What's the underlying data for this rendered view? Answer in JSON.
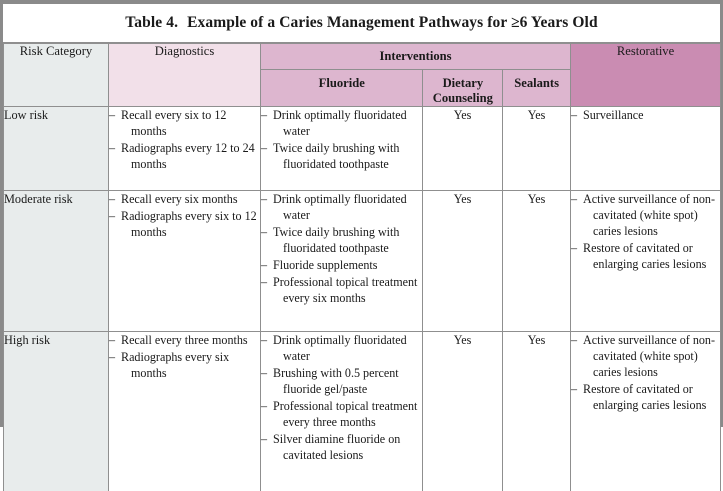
{
  "caption": {
    "number": "Table 4.",
    "title": "Example of a Caries Management Pathways for ≥6 Years Old"
  },
  "colors": {
    "risk_header_bg": "#e8ecec",
    "diagnostics_header_bg": "#f2e0e9",
    "interventions_header_bg": "#ddb6cf",
    "restorative_header_bg": "#ca8cb2",
    "border": "#8f8f8f",
    "outer_border": "#8a8a8a",
    "text": "#1a1a1a"
  },
  "headers": {
    "risk_category": "Risk Category",
    "diagnostics": "Diagnostics",
    "interventions": "Interventions",
    "fluoride": "Fluoride",
    "dietary_counseling_line1": "Dietary",
    "dietary_counseling_line2": "Counseling",
    "sealants": "Sealants",
    "restorative": "Restorative"
  },
  "rows": [
    {
      "risk": "Low risk",
      "diagnostics": [
        "Recall every six to 12 months",
        "Radiographs every 12 to 24 months"
      ],
      "fluoride": [
        "Drink optimally fluoridated water",
        "Twice daily brushing with fluoridated toothpaste"
      ],
      "dietary_counseling": "Yes",
      "sealants": "Yes",
      "restorative": [
        "Surveillance"
      ]
    },
    {
      "risk": "Moderate risk",
      "diagnostics": [
        "Recall every six months",
        "Radiographs every six to 12 months"
      ],
      "fluoride": [
        "Drink optimally fluoridated water",
        "Twice daily brushing with fluoridated toothpaste",
        "Fluoride supplements",
        "Professional topical treatment every six months"
      ],
      "dietary_counseling": "Yes",
      "sealants": "Yes",
      "restorative": [
        "Active surveillance of non-cavitated (white spot) caries lesions",
        "Restore of cavitated or enlarging caries lesions"
      ]
    },
    {
      "risk": "High risk",
      "diagnostics": [
        "Recall every three months",
        "Radiographs every six months"
      ],
      "fluoride": [
        "Drink optimally fluoridated water",
        "Brushing with 0.5 percent fluoride gel/paste",
        "Professional topical treatment every three months",
        "Silver diamine fluoride on cavitated lesions"
      ],
      "dietary_counseling": "Yes",
      "sealants": "Yes",
      "restorative": [
        "Active surveillance of non-cavitated (white spot) caries lesions",
        "Restore of cavitated or enlarging caries lesions"
      ]
    }
  ],
  "dash": "–"
}
